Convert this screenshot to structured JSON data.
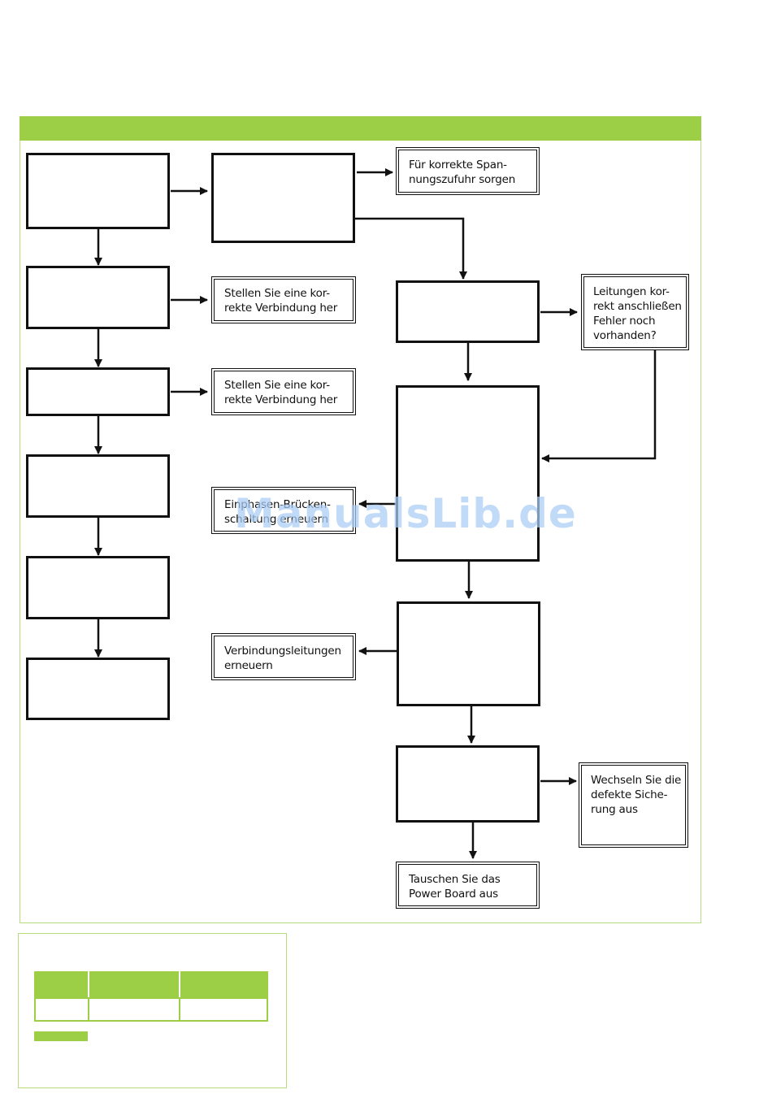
{
  "colors": {
    "accent_green": "#9ccf45",
    "panel_border": "#b6dc7e",
    "stroke": "#111111",
    "watermark": "#a9cdf5"
  },
  "results": {
    "power_supply": "Für korrekte Span-\nnungszufuhr sorgen",
    "connection_1": "Stellen Sie eine kor-\nrekte Verbindung her",
    "connection_2": "Stellen Sie eine kor-\nrekte Verbindung her",
    "bridge_circuit": "Einphasen-Brücken-\nschaltung erneuern",
    "cables": "Verbindungsleitungen\nerneuern",
    "reconnect": "Leitungen kor-\nrekt anschließen\nFehler noch\nvorhanden?",
    "fuse": "Wechseln Sie die\ndefekte Siche-\nrung aus",
    "power_board": "Tauschen Sie das\nPower Board aus"
  },
  "watermark": "ManualsLib.de"
}
